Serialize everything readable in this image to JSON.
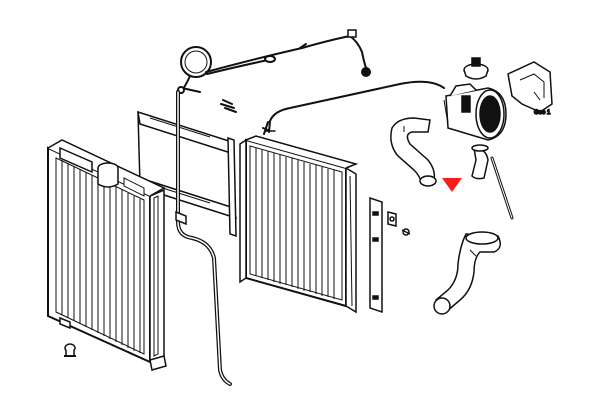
{
  "diagram": {
    "parts": [
      "front-radiator",
      "rear-radiator-core",
      "mounting-frame",
      "overflow-pipe",
      "capillary-tube-with-gauge-ring",
      "sender-wire",
      "bleed-line",
      "thermostat-housing",
      "radiator-cap",
      "fan-shroud-fragment",
      "upper-hose",
      "small-hose",
      "lower-hose",
      "bracket-strip",
      "drain-screw",
      "brace-rod",
      "clip"
    ],
    "highlight": {
      "shape": "triangle",
      "color": "#ff1a1a",
      "target": "upper-hose"
    },
    "labels": {
      "shroud_note": "Gee 1"
    },
    "colors": {
      "line": "#111111",
      "fill": "#ffffff",
      "highlight": "#ff1a1a"
    }
  }
}
